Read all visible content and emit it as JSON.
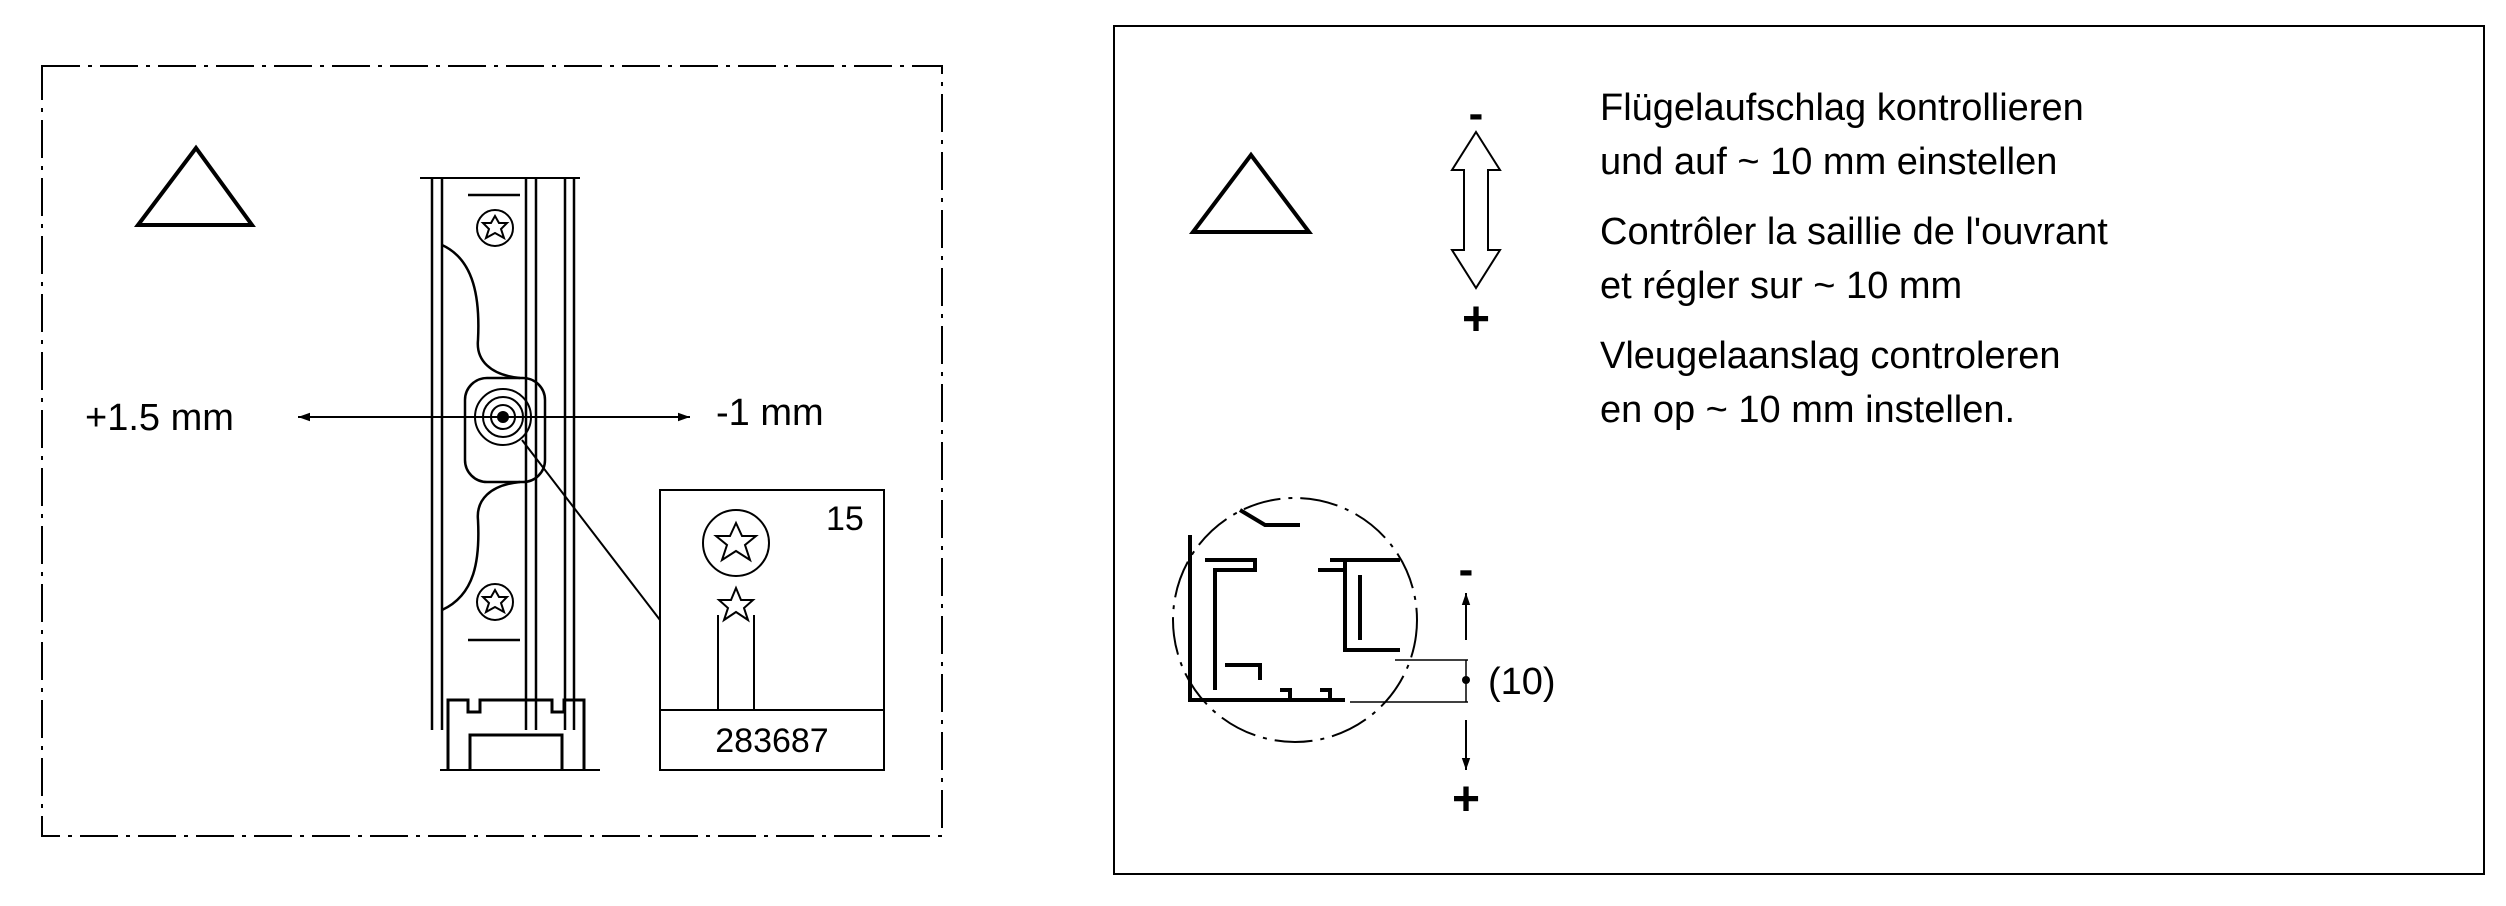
{
  "left_panel": {
    "warning_icon": "triangle-outline-icon",
    "adjust_plus": "+1.5 mm",
    "adjust_minus": "-1 mm",
    "tool_box": {
      "size": "15",
      "tool_icon": "torx-key-icon",
      "part_number": "283687"
    }
  },
  "right_panel": {
    "warning_icon": "triangle-outline-icon",
    "arrow_minus": "-",
    "arrow_plus": "+",
    "instructions": [
      "Flügelaufschlag kontrollieren",
      "und auf ~ 10 mm einstellen",
      "Contrôler la saillie de l'ouvrant",
      "et régler sur ~ 10 mm",
      "Vleugelaanslag controleren",
      "en op ~ 10 mm instellen."
    ],
    "detail": {
      "minus": "-",
      "plus": "+",
      "dimension": "(10)"
    }
  }
}
